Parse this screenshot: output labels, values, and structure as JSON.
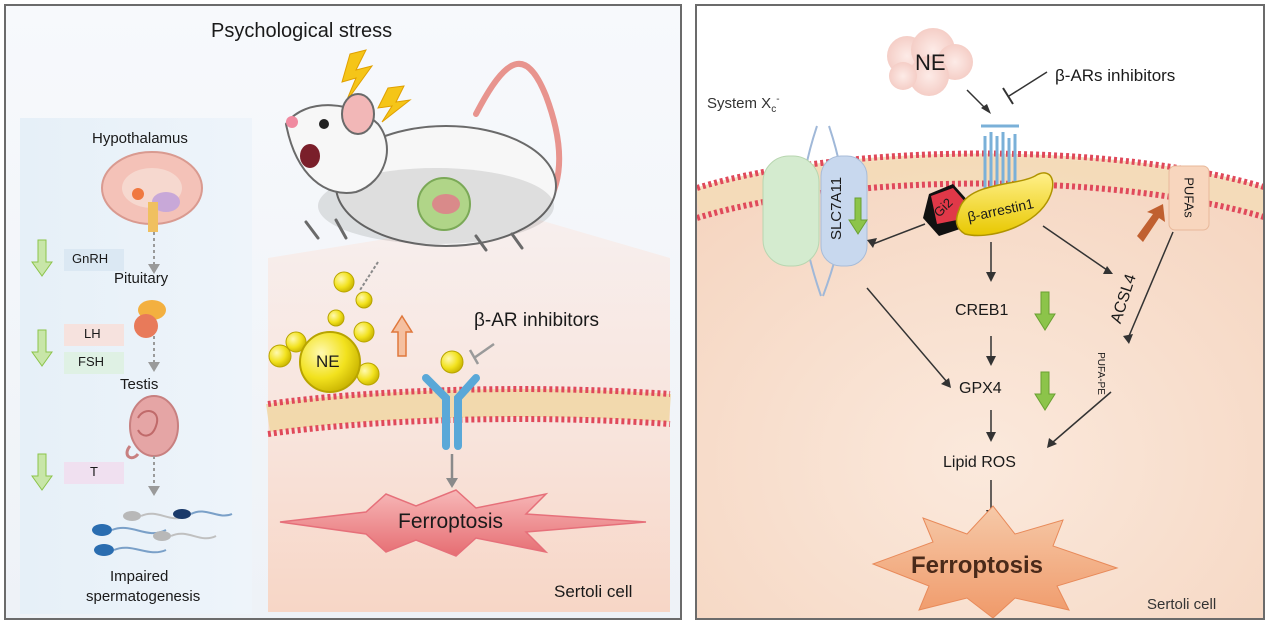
{
  "left": {
    "title": "Psychological stress",
    "hypothalamus": "Hypothalamus",
    "gnrh": "GnRH",
    "pituitary": "Pituitary",
    "lh": "LH",
    "fsh": "FSH",
    "testis": "Testis",
    "t": "T",
    "impaired_line1": "Impaired",
    "impaired_line2": "spermatogenesis",
    "ne": "NE",
    "inhibitors": "β-AR inhibitors",
    "ferroptosis": "Ferroptosis",
    "cell": "Sertoli cell"
  },
  "right": {
    "ne": "NE",
    "inhibitors": "β-ARs inhibitors",
    "system_xc": "System X",
    "system_xc_sub": "c",
    "system_xc_sup": "-",
    "slc7a11": "SLC7A11",
    "gi2": "Gi2",
    "barrestin": "β-arrestin1",
    "pufas": "PUFAs",
    "acsl4": "ACSL4",
    "creb1": "CREB1",
    "gpx4": "GPX4",
    "pufa_pe": "PUFA-PE",
    "lipid_ros": "Lipid ROS",
    "ferroptosis": "Ferroptosis",
    "cell": "Sertoli cell"
  },
  "colors": {
    "down_arrow": "#8cc44a",
    "up_arrow": "#e0783c",
    "ne_yellow": "#f2e21e",
    "membrane_red": "#e0495a",
    "cytoplasm": "#f8e0cf"
  },
  "icons": [
    "lightning-icon",
    "rat-icon",
    "brain-icon",
    "pituitary-icon",
    "testis-icon",
    "sperm-icon",
    "receptor-icon",
    "channel-icon"
  ]
}
